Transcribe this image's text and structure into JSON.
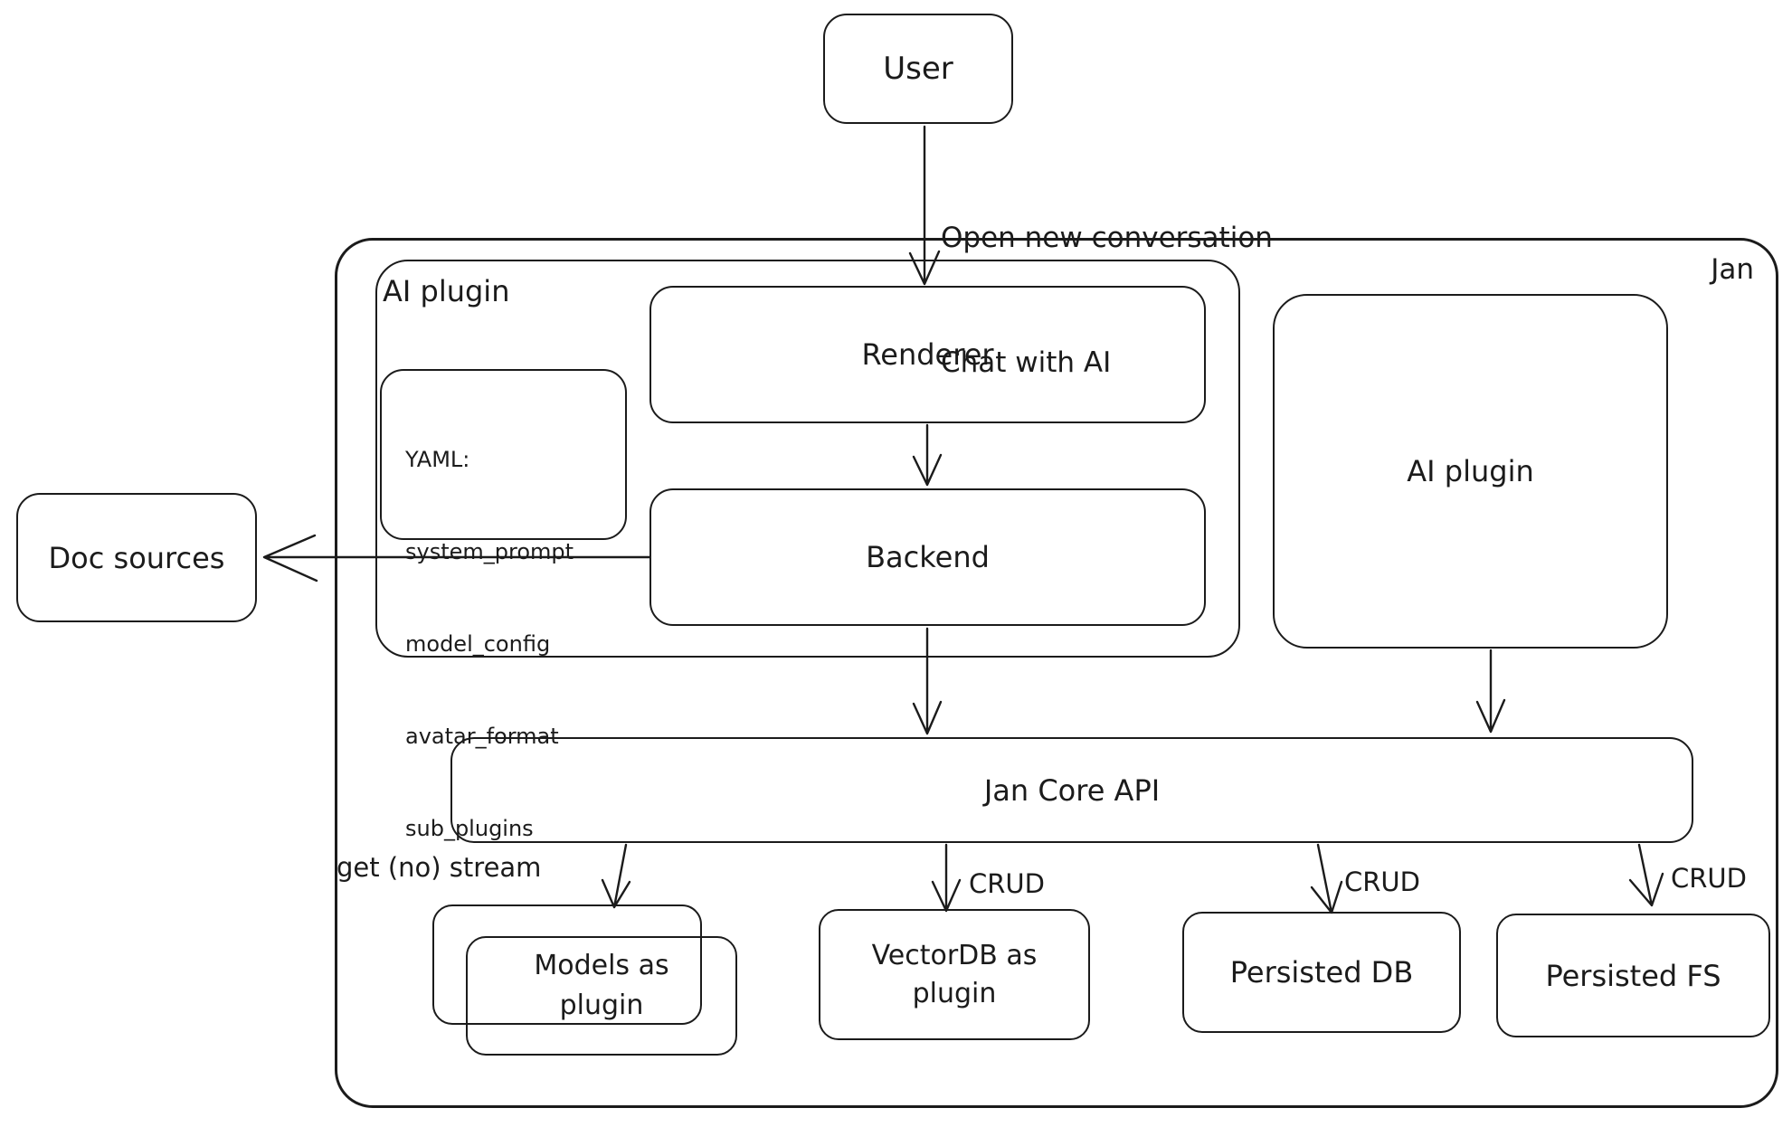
{
  "diagram": {
    "stroke_color": "#1b1b1b",
    "background_color": "#ffffff",
    "nodes": {
      "user": {
        "label": "User"
      },
      "jan": {
        "label": "Jan"
      },
      "ai_plugin_group": {
        "label": "AI plugin"
      },
      "renderer": {
        "label": "Renderer"
      },
      "yaml_note": {
        "lines": [
          "YAML:",
          "system_prompt",
          "model_config",
          "avatar_format",
          "sub_plugins"
        ]
      },
      "backend": {
        "label": "Backend"
      },
      "ai_plugin_right": {
        "label": "AI plugin"
      },
      "doc_sources": {
        "label": "Doc sources"
      },
      "jan_core_api": {
        "label": "Jan Core API"
      },
      "models": {
        "label_line1": "Models as",
        "label_line2": "plugin"
      },
      "vectordb": {
        "label_line1": "VectorDB as",
        "label_line2": "plugin"
      },
      "persisted_db": {
        "label": "Persisted DB"
      },
      "persisted_fs": {
        "label": "Persisted FS"
      }
    },
    "edge_labels": {
      "open_conversation_line1": "Open new conversation",
      "open_conversation_line2": "Chat with AI",
      "get_no_stream": "get (no) stream",
      "crud_vectordb": "CRUD",
      "crud_persisted_db": "CRUD",
      "crud_persisted_fs": "CRUD"
    }
  }
}
